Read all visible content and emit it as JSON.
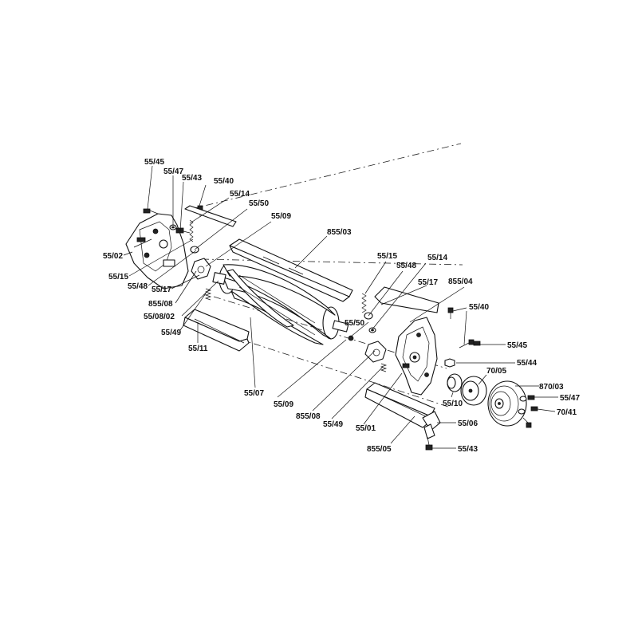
{
  "callouts": [
    {
      "id": "55-45-top",
      "text": "55/45"
    },
    {
      "id": "55-47-top",
      "text": "55/47"
    },
    {
      "id": "55-43-top",
      "text": "55/43"
    },
    {
      "id": "55-40-top",
      "text": "55/40"
    },
    {
      "id": "55-14-left",
      "text": "55/14"
    },
    {
      "id": "55-50-left",
      "text": "55/50"
    },
    {
      "id": "55-09-top",
      "text": "55/09"
    },
    {
      "id": "855-03",
      "text": "855/03"
    },
    {
      "id": "55-02",
      "text": "55/02"
    },
    {
      "id": "55-15-left",
      "text": "55/15"
    },
    {
      "id": "55-48-left",
      "text": "55/48"
    },
    {
      "id": "55-17-left",
      "text": "55/17"
    },
    {
      "id": "855-08-left",
      "text": "855/08"
    },
    {
      "id": "55-08-02",
      "text": "55/08/02"
    },
    {
      "id": "55-49-left",
      "text": "55/49"
    },
    {
      "id": "55-11",
      "text": "55/11"
    },
    {
      "id": "55-07",
      "text": "55/07"
    },
    {
      "id": "55-15-right",
      "text": "55/15"
    },
    {
      "id": "55-48-right",
      "text": "55/48"
    },
    {
      "id": "55-14-right",
      "text": "55/14"
    },
    {
      "id": "55-17-right",
      "text": "55/17"
    },
    {
      "id": "855-04",
      "text": "855/04"
    },
    {
      "id": "55-40-right",
      "text": "55/40"
    },
    {
      "id": "55-50-right",
      "text": "55/50"
    },
    {
      "id": "55-45-right",
      "text": "55/45"
    },
    {
      "id": "55-44",
      "text": "55/44"
    },
    {
      "id": "70-05",
      "text": "70/05"
    },
    {
      "id": "870-03",
      "text": "870/03"
    },
    {
      "id": "55-47-right",
      "text": "55/47"
    },
    {
      "id": "70-41",
      "text": "70/41"
    },
    {
      "id": "55-10",
      "text": "55/10"
    },
    {
      "id": "55-06",
      "text": "55/06"
    },
    {
      "id": "55-43-right",
      "text": "55/43"
    },
    {
      "id": "55-09-bottom",
      "text": "55/09"
    },
    {
      "id": "855-08-bottom",
      "text": "855/08"
    },
    {
      "id": "55-49-bottom",
      "text": "55/49"
    },
    {
      "id": "55-01",
      "text": "55/01"
    },
    {
      "id": "855-05",
      "text": "855/05"
    }
  ]
}
